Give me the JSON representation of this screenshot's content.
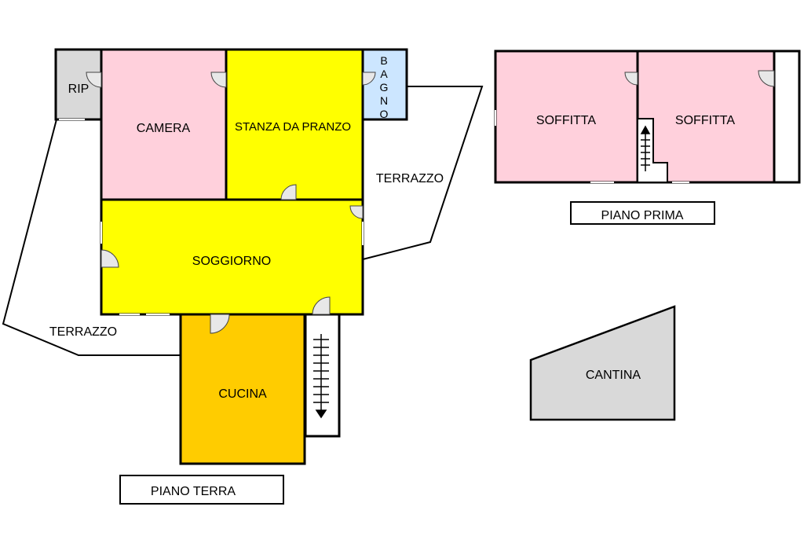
{
  "colors": {
    "camera": "#ffd0dc",
    "pranzo": "#ffff00",
    "soggiorno": "#ffff00",
    "cucina": "#ffcc00",
    "bagno": "#cce6ff",
    "ripostiglio": "#d9d9d9",
    "soffitta": "#ffd0dc",
    "cantina": "#d9d9d9"
  },
  "piano_terra": {
    "rip": "RIP",
    "camera": "CAMERA",
    "pranzo": "STANZA DA PRANZO",
    "bagno_letters": [
      "B",
      "A",
      "G",
      "N",
      "O"
    ],
    "terrazzo_right": "TERRAZZO",
    "terrazzo_left": "TERRAZZO",
    "soggiorno": "SOGGIORNO",
    "cucina": "CUCINA",
    "caption": "PIANO TERRA"
  },
  "piano_prima": {
    "soffitta_left": "SOFFITTA",
    "soffitta_right": "SOFFITTA",
    "caption": "PIANO PRIMA"
  },
  "cantina": {
    "label": "CANTINA"
  }
}
